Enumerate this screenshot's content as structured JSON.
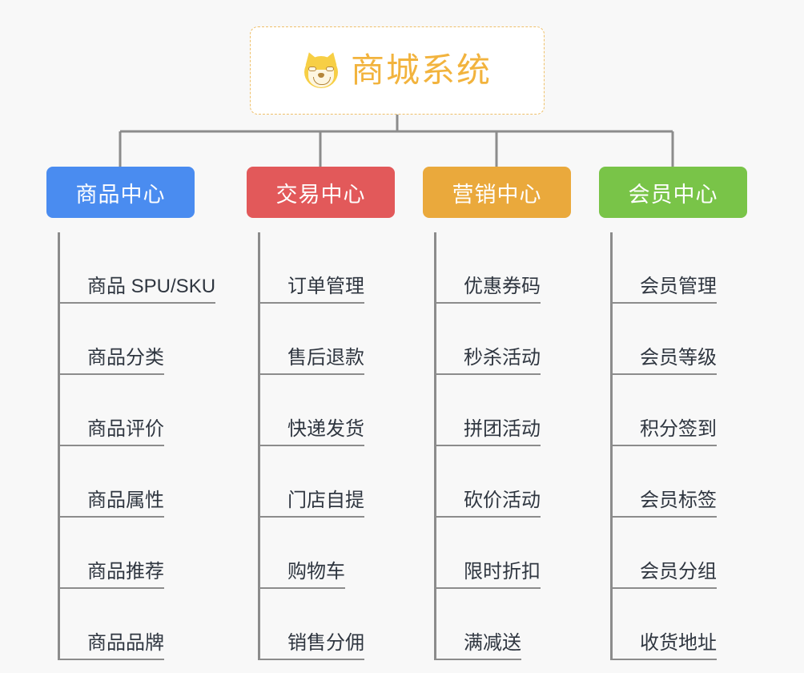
{
  "canvas": {
    "background": "#f8f8f8",
    "connector_color": "#8c8c8c"
  },
  "root": {
    "title": "商城系统",
    "icon": "shiba-dog-face-icon",
    "text_color": "#f2b33d",
    "border_color": "#efc06a",
    "background": "#ffffff"
  },
  "categories": [
    {
      "label": "商品中心",
      "color": "#4a8cf0",
      "items": [
        "商品 SPU/SKU",
        "商品分类",
        "商品评价",
        "商品属性",
        "商品推荐",
        "商品品牌"
      ]
    },
    {
      "label": "交易中心",
      "color": "#e2595a",
      "items": [
        "订单管理",
        "售后退款",
        "快递发货",
        "门店自提",
        "购物车",
        "销售分佣"
      ]
    },
    {
      "label": "营销中心",
      "color": "#eaa93c",
      "items": [
        "优惠券码",
        "秒杀活动",
        "拼团活动",
        "砍价活动",
        "限时折扣",
        "满减送"
      ]
    },
    {
      "label": "会员中心",
      "color": "#79c448",
      "items": [
        "会员管理",
        "会员等级",
        "积分签到",
        "会员标签",
        "会员分组",
        "收货地址"
      ]
    }
  ]
}
